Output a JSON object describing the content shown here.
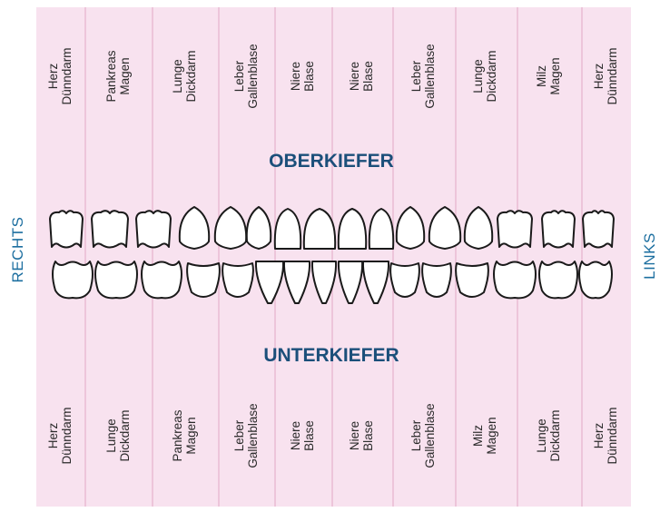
{
  "side_labels": {
    "right": "RECHTS",
    "left": "LINKS"
  },
  "upper_jaw": {
    "title": "OBERKIEFER",
    "organs": [
      {
        "line1": "Herz",
        "line2": "Dünndarm"
      },
      {
        "line1": "Pankreas",
        "line2": "Magen"
      },
      {
        "line1": "Lunge",
        "line2": "Dickdarm"
      },
      {
        "line1": "Leber",
        "line2": "Gallenblase"
      },
      {
        "line1": "Niere",
        "line2": "Blase"
      },
      {
        "line1": "Niere",
        "line2": "Blase"
      },
      {
        "line1": "Leber",
        "line2": "Gallenblase"
      },
      {
        "line1": "Lunge",
        "line2": "Dickdarm"
      },
      {
        "line1": "Milz",
        "line2": "Magen"
      },
      {
        "line1": "Herz",
        "line2": "Dünndarm"
      }
    ]
  },
  "lower_jaw": {
    "title": "UNTERKIEFER",
    "organs": [
      {
        "line1": "Herz",
        "line2": "Dünndarm"
      },
      {
        "line1": "Lunge",
        "line2": "Dickdarm"
      },
      {
        "line1": "Pankreas",
        "line2": "Magen"
      },
      {
        "line1": "Leber",
        "line2": "Gallenblase"
      },
      {
        "line1": "Niere",
        "line2": "Blase"
      },
      {
        "line1": "Niere",
        "line2": "Blase"
      },
      {
        "line1": "Leber",
        "line2": "Gallenblase"
      },
      {
        "line1": "Milz",
        "line2": "Magen"
      },
      {
        "line1": "Lunge",
        "line2": "Dickdarm"
      },
      {
        "line1": "Herz",
        "line2": "Dünndarm"
      }
    ]
  },
  "colors": {
    "panel": "#f8e2ef",
    "divider": "#edc5da",
    "side_label": "#1d6fa0",
    "jaw_title": "#1b4f7a",
    "tooth_fill": "#ffffff",
    "tooth_stroke": "#1a1a1a"
  }
}
